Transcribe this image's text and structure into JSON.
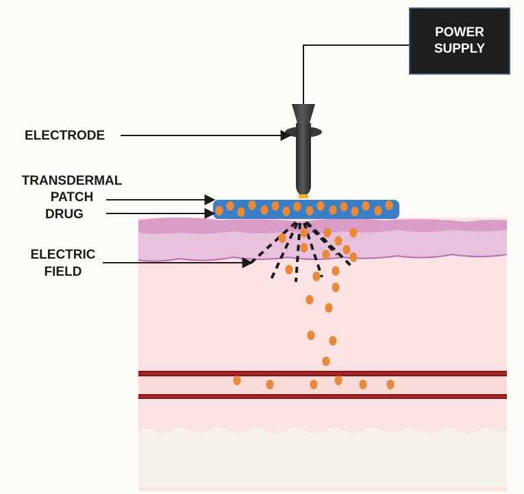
{
  "labels": {
    "power_supply": [
      "POWER",
      "SUPPLY"
    ],
    "electrode": "ELECTRODE",
    "transdermal_patch": [
      "TRANSDERMAL",
      "PATCH"
    ],
    "drug": "DRUG",
    "electric_field": [
      "ELECTRIC",
      "FIELD"
    ]
  },
  "colors": {
    "background": "#fcfbf8",
    "power_supply_box": "#1e1e1e",
    "power_supply_border": "#3d5a80",
    "patch": "#3a7fc6",
    "drug_particle": "#e8893a",
    "epidermis": "#e9c6e0",
    "dermis": "#fbe3e3",
    "blood_vessel": "#9a1d1d",
    "hypodermis": "#f6f0ea",
    "electrode": "#3f3f3f",
    "field_lines": "#1a1a1a"
  }
}
